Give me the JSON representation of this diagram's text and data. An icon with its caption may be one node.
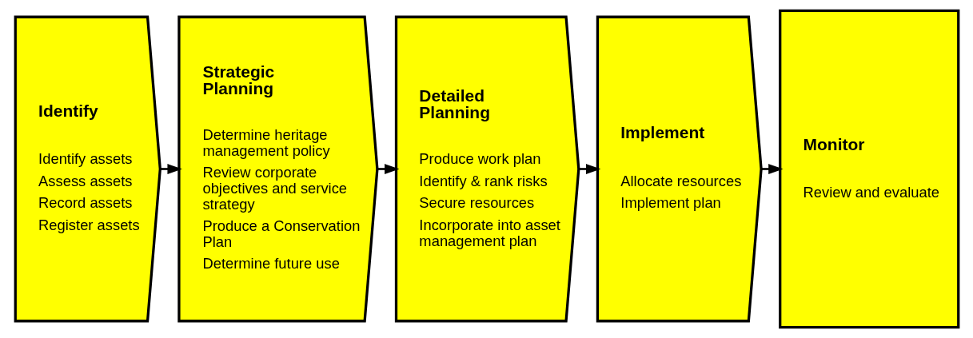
{
  "diagram": {
    "nodes": [
      {
        "text": [
          "Identify",
          "Identify assets",
          "Assess assets",
          "Record assets",
          "Register assets"
        ]
      },
      {
        "text": [
          "Strategic Planning",
          "Determine heritage management policy",
          "Review corporate objectives and service strategy",
          "Produce a Conservation Plan",
          "Determine future use"
        ]
      },
      {
        "text": [
          "Detailed Planning",
          "Produce work plan",
          "Identify & rank risks",
          "Secure resources",
          "Incorporate into asset management plan"
        ]
      },
      {
        "text": [
          "Implement",
          "Allocate resources",
          "Implement plan"
        ]
      },
      {
        "text": [
          "Monitor",
          "Review and evaluate"
        ]
      }
    ],
    "edges": [
      {
        "from": 0,
        "to": 1,
        "arrow": "to"
      },
      {
        "from": 1,
        "to": 2,
        "arrow": "to"
      },
      {
        "from": 2,
        "to": 3,
        "arrow": "to"
      },
      {
        "from": 3,
        "to": 4,
        "arrow": "to"
      }
    ]
  }
}
